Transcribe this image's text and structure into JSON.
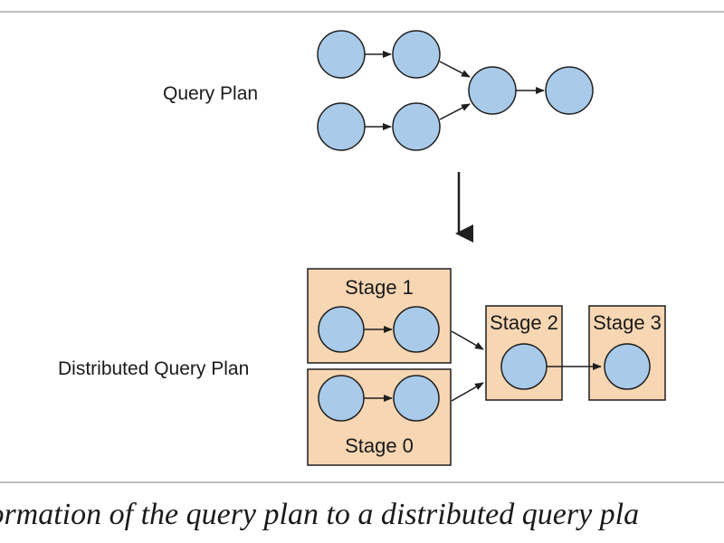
{
  "labels": {
    "query_plan": "Query Plan",
    "distributed_query_plan": "Distributed Query Plan"
  },
  "stages": {
    "stage1": "Stage 1",
    "stage0": "Stage 0",
    "stage2": "Stage 2",
    "stage3": "Stage 3"
  },
  "caption": "formation of the query plan to a distributed query pla",
  "colors": {
    "node_fill": "#a9cbe9",
    "node_stroke": "#1f1f1f",
    "stage_fill": "#f7d6b3",
    "stage_stroke": "#1f1f1f",
    "rule": "#999999"
  }
}
